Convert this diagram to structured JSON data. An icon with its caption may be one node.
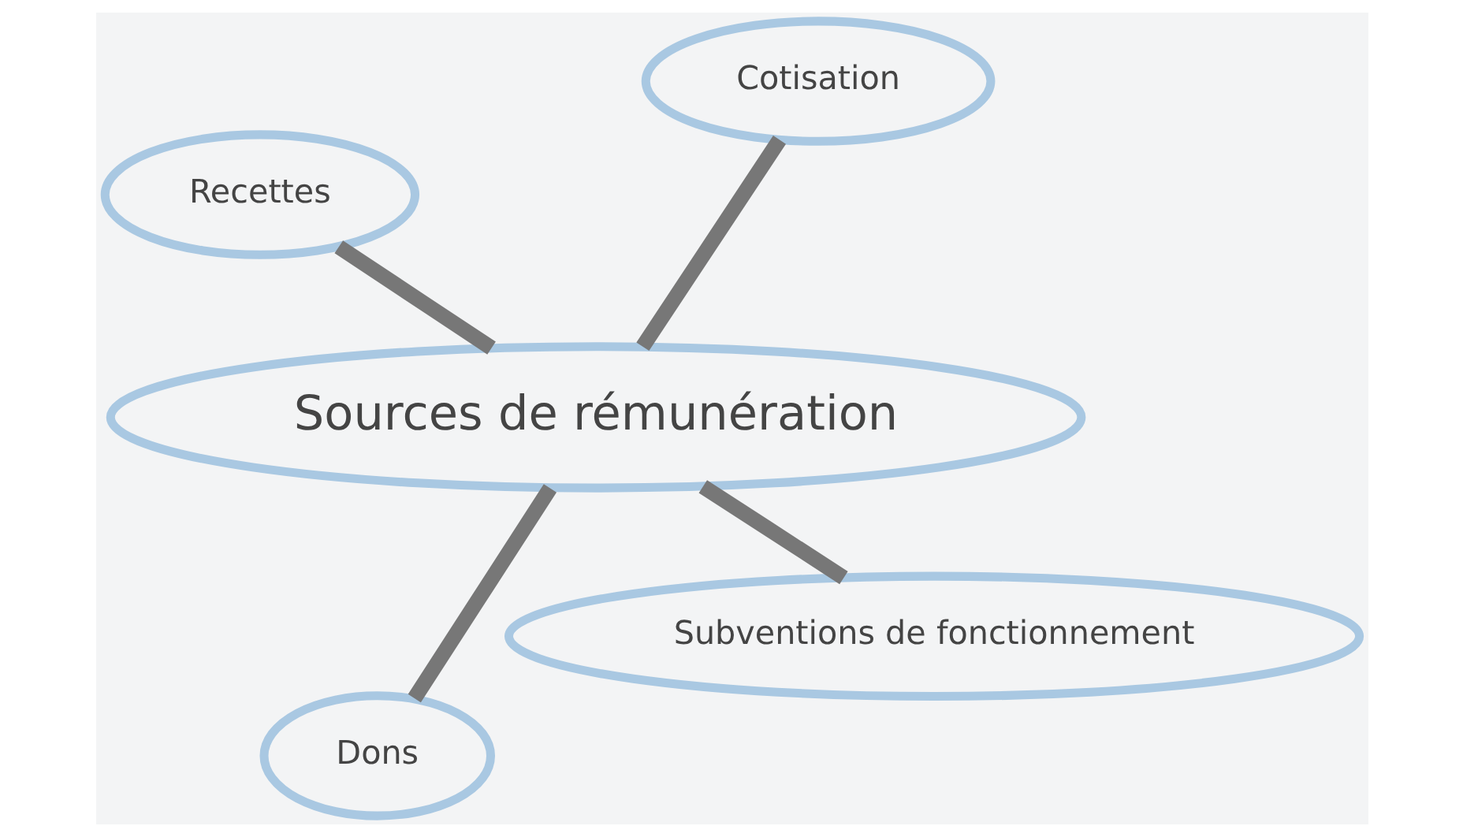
{
  "diagram": {
    "nodes": [
      {
        "text": [
          "Sources de rémunération"
        ]
      },
      {
        "text": [
          "Subventions de fonctionnement"
        ]
      },
      {
        "text": [
          "Dons"
        ]
      },
      {
        "text": [
          "Recettes"
        ]
      },
      {
        "text": [
          "Cotisation"
        ]
      }
    ],
    "edges": [
      {
        "from": 0,
        "to": 1,
        "arrow": "none"
      },
      {
        "from": 0,
        "to": 2,
        "arrow": "none"
      },
      {
        "from": 0,
        "to": 3,
        "arrow": "none"
      },
      {
        "from": 4,
        "to": 0,
        "arrow": "none"
      }
    ]
  }
}
